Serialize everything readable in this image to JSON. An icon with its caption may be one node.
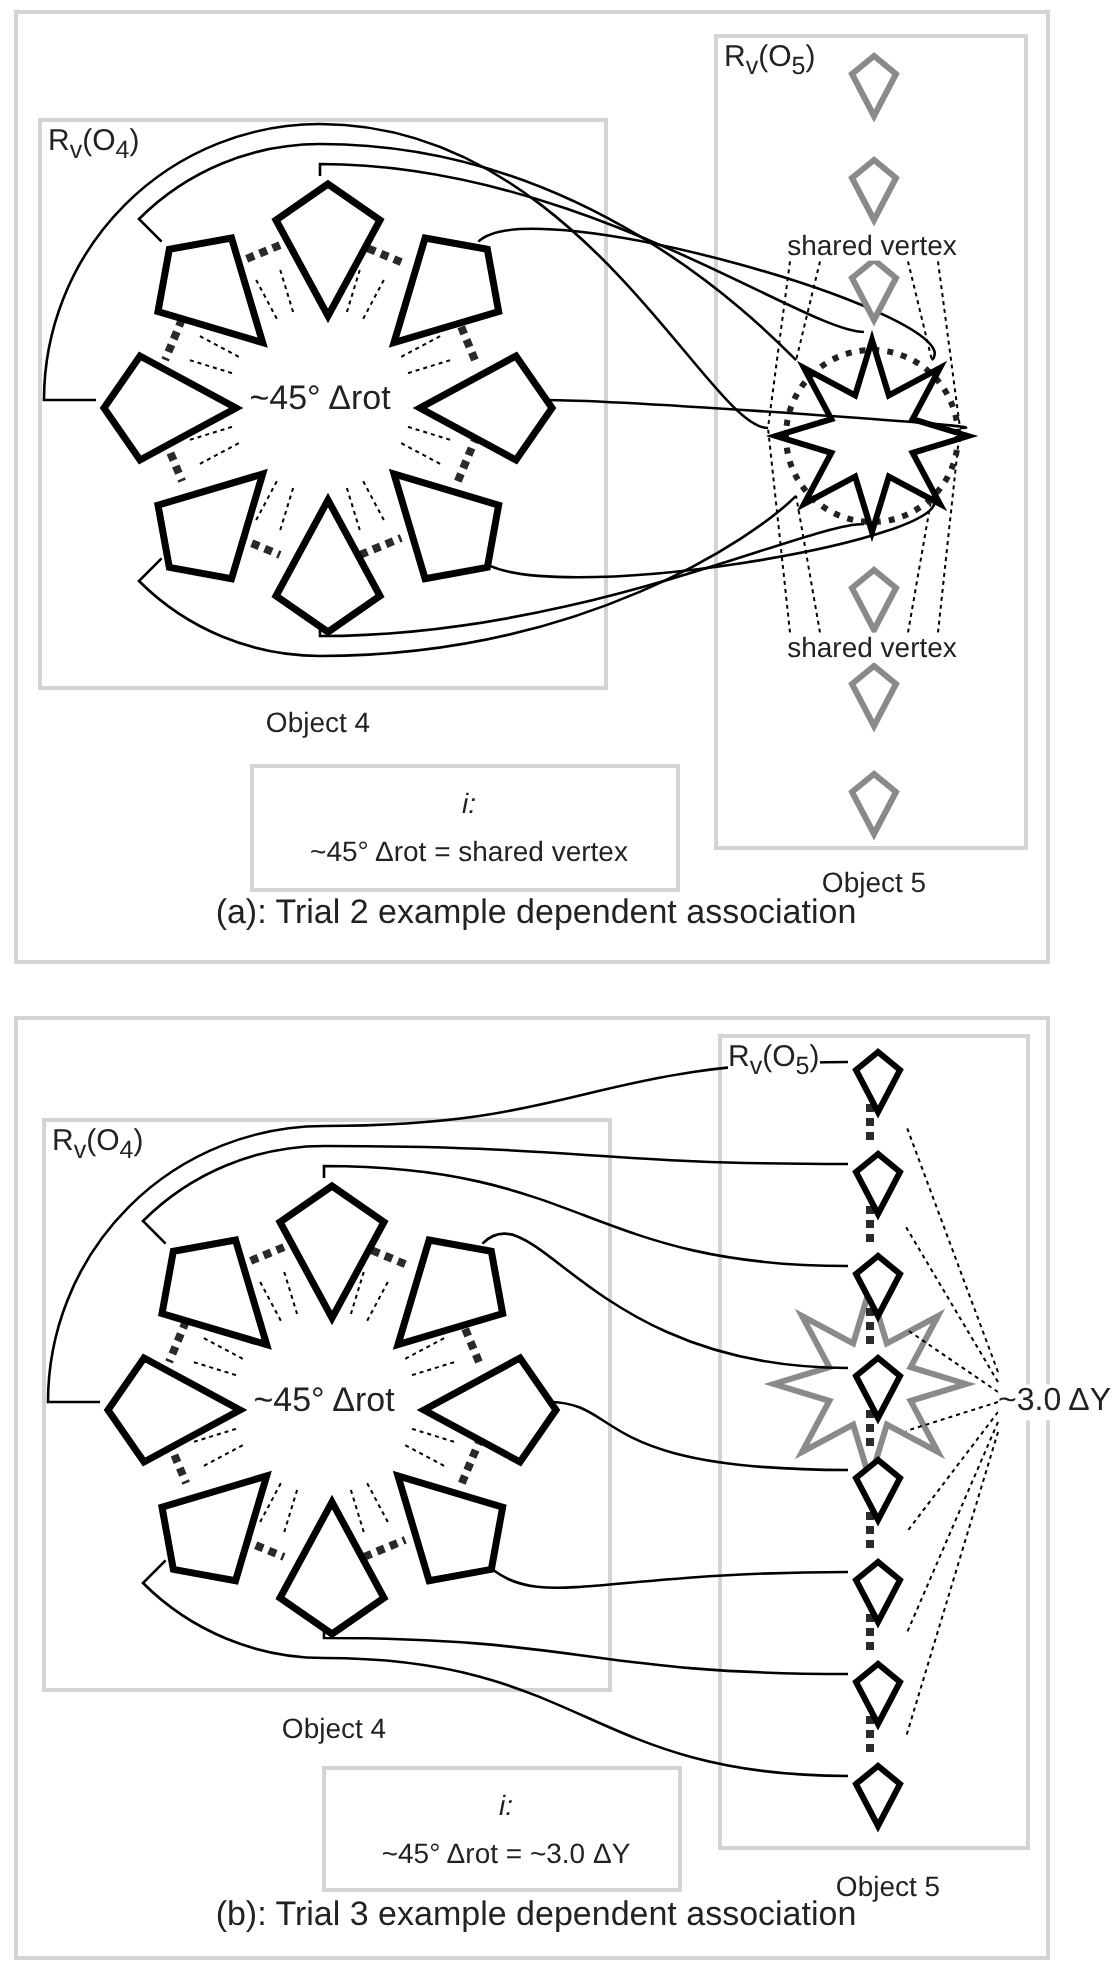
{
  "diagram": {
    "nodes": [
      {
        "text": [
          "(a): Trial 2 example dependent association"
        ]
      },
      {
        "text": [
          "R$_{v}$(O$_{4}$)"
        ],
        "beside": [
          "Object 4"
        ],
        "in": 0
      },
      {
        "text": [
          "R$_{v}$(O$_{5}$)"
        ],
        "beside": [
          "Object 5"
        ],
        "in": 0
      },
      {
        "text": [
          "i:",
          "~45° Δrot = shared vertex"
        ],
        "in": 0
      },
      {
        "text": [],
        "shape": "kite",
        "in": 1
      },
      {
        "text": [],
        "shape": "kite",
        "in": 1
      },
      {
        "text": [],
        "shape": "kite",
        "in": 1
      },
      {
        "text": [],
        "shape": "kite",
        "in": 1
      },
      {
        "text": [],
        "shape": "kite",
        "in": 1
      },
      {
        "text": [],
        "shape": "kite",
        "in": 1
      },
      {
        "text": [],
        "shape": "kite",
        "in": 1
      },
      {
        "text": [],
        "shape": "kite",
        "in": 1
      },
      {
        "text": [],
        "shape": "star",
        "in": 2
      },
      {
        "text": [],
        "shape": "kite",
        "in": 2
      },
      {
        "text": [],
        "shape": "kite",
        "in": 2
      },
      {
        "text": [],
        "shape": "kite",
        "in": 2
      },
      {
        "text": [],
        "shape": "kite",
        "in": 2
      },
      {
        "text": [],
        "shape": "kite",
        "in": 2
      },
      {
        "text": [],
        "shape": "kite",
        "in": 2
      },
      {
        "text": [
          "(b): Trial 3 example dependent association"
        ]
      },
      {
        "text": [
          "R$_{v}$(O$_{4}$)"
        ],
        "beside": [
          "Object 4"
        ],
        "in": 19
      },
      {
        "text": [
          "R$_{v}$(O$_{5}$)"
        ],
        "beside": [
          "Object 5"
        ],
        "in": 19
      },
      {
        "text": [
          "i:",
          "~45° Δrot = ~3.0 ΔY"
        ],
        "in": 19
      },
      {
        "text": [],
        "shape": "kite",
        "in": 20
      },
      {
        "text": [],
        "shape": "kite",
        "in": 20
      },
      {
        "text": [],
        "shape": "kite",
        "in": 20
      },
      {
        "text": [],
        "shape": "kite",
        "in": 20
      },
      {
        "text": [],
        "shape": "kite",
        "in": 20
      },
      {
        "text": [],
        "shape": "kite",
        "in": 20
      },
      {
        "text": [],
        "shape": "kite",
        "in": 20
      },
      {
        "text": [],
        "shape": "kite",
        "in": 20
      },
      {
        "text": [],
        "shape": "kite",
        "in": 21
      },
      {
        "text": [],
        "shape": "kite",
        "in": 21
      },
      {
        "text": [],
        "shape": "kite",
        "in": 21
      },
      {
        "text": [],
        "shape": "kite",
        "in": 21
      },
      {
        "text": [],
        "shape": "kite",
        "in": 21
      },
      {
        "text": [],
        "shape": "kite",
        "in": 21
      },
      {
        "text": [],
        "shape": "kite",
        "in": 21
      },
      {
        "text": [],
        "shape": "kite",
        "in": 21
      },
      {
        "text": [
          "shared vertex"
        ],
        "in": 2
      },
      {
        "text": [
          "shared vertex"
        ],
        "in": 2
      },
      {
        "text": [
          "~3.0 ΔY"
        ]
      }
    ],
    "edges": [
      {
        "from": 4,
        "to": 5,
        "arrow": "none",
        "style": "dashed"
      },
      {
        "from": 5,
        "to": 7,
        "arrow": "none",
        "style": "dashed"
      },
      {
        "from": 7,
        "to": 9,
        "arrow": "none",
        "style": "dashed"
      },
      {
        "from": 9,
        "to": 11,
        "arrow": "none",
        "style": "dashed"
      },
      {
        "from": 11,
        "to": 10,
        "arrow": "none",
        "style": "dashed"
      },
      {
        "from": 10,
        "to": 8,
        "arrow": "none",
        "style": "dashed"
      },
      {
        "from": 8,
        "to": 6,
        "arrow": "none",
        "style": "dashed"
      },
      {
        "from": 6,
        "to": 4,
        "arrow": "none",
        "style": "dashed"
      },
      {
        "from": 4,
        "to": 12,
        "arrow": "none"
      },
      {
        "from": 5,
        "to": 12,
        "arrow": "none"
      },
      {
        "from": 6,
        "to": 12,
        "arrow": "none"
      },
      {
        "from": 7,
        "to": 12,
        "arrow": "none"
      },
      {
        "from": 8,
        "to": 12,
        "arrow": "none"
      },
      {
        "from": 9,
        "to": 12,
        "arrow": "none"
      },
      {
        "from": 10,
        "to": 12,
        "arrow": "none"
      },
      {
        "from": 11,
        "to": 12,
        "arrow": "none"
      },
      {
        "from": 23,
        "to": 24,
        "arrow": "none",
        "style": "dashed"
      },
      {
        "from": 24,
        "to": 26,
        "arrow": "none",
        "style": "dashed"
      },
      {
        "from": 26,
        "to": 28,
        "arrow": "none",
        "style": "dashed"
      },
      {
        "from": 28,
        "to": 30,
        "arrow": "none",
        "style": "dashed"
      },
      {
        "from": 30,
        "to": 29,
        "arrow": "none",
        "style": "dashed"
      },
      {
        "from": 29,
        "to": 27,
        "arrow": "none",
        "style": "dashed"
      },
      {
        "from": 27,
        "to": 25,
        "arrow": "none",
        "style": "dashed"
      },
      {
        "from": 25,
        "to": 23,
        "arrow": "none",
        "style": "dashed"
      },
      {
        "from": 26,
        "to": 31,
        "arrow": "none"
      },
      {
        "from": 24,
        "to": 32,
        "arrow": "none"
      },
      {
        "from": 23,
        "to": 33,
        "arrow": "none"
      },
      {
        "from": 25,
        "to": 34,
        "arrow": "none"
      },
      {
        "from": 27,
        "to": 35,
        "arrow": "none"
      },
      {
        "from": 29,
        "to": 36,
        "arrow": "none"
      },
      {
        "from": 30,
        "to": 37,
        "arrow": "none"
      },
      {
        "from": 28,
        "to": 38,
        "arrow": "none"
      },
      {
        "from": 31,
        "to": 32,
        "arrow": "none",
        "style": "dashed"
      },
      {
        "from": 32,
        "to": 33,
        "arrow": "none",
        "style": "dashed"
      },
      {
        "from": 33,
        "to": 34,
        "arrow": "none",
        "style": "dashed"
      },
      {
        "from": 34,
        "to": 35,
        "arrow": "none",
        "style": "dashed"
      },
      {
        "from": 35,
        "to": 36,
        "arrow": "none",
        "style": "dashed"
      },
      {
        "from": 36,
        "to": 37,
        "arrow": "none",
        "style": "dashed"
      },
      {
        "from": 37,
        "to": 38,
        "arrow": "none",
        "style": "dashed"
      },
      {
        "from": 39,
        "to": 12,
        "arrow": "none",
        "style": "dashed"
      },
      {
        "from": 39,
        "to": 12,
        "arrow": "none",
        "style": "dashed"
      },
      {
        "from": 39,
        "to": 12,
        "arrow": "none",
        "style": "dashed"
      },
      {
        "from": 39,
        "to": 12,
        "arrow": "none",
        "style": "dashed"
      },
      {
        "from": 40,
        "to": 12,
        "arrow": "none",
        "style": "dashed"
      },
      {
        "from": 40,
        "to": 12,
        "arrow": "none",
        "style": "dashed"
      },
      {
        "from": 40,
        "to": 12,
        "arrow": "none",
        "style": "dashed"
      },
      {
        "from": 40,
        "to": 12,
        "arrow": "none",
        "style": "dashed"
      },
      {
        "from": 41,
        "to": null,
        "arrow": "none",
        "style": "dashed"
      },
      {
        "from": 41,
        "to": null,
        "arrow": "none",
        "style": "dashed"
      },
      {
        "from": 41,
        "to": null,
        "arrow": "none",
        "style": "dashed"
      },
      {
        "from": 41,
        "to": null,
        "arrow": "none",
        "style": "dashed"
      },
      {
        "from": 41,
        "to": null,
        "arrow": "none",
        "style": "dashed"
      },
      {
        "from": 41,
        "to": null,
        "arrow": "none",
        "style": "dashed"
      },
      {
        "from": 41,
        "to": null,
        "arrow": "none",
        "style": "dashed"
      }
    ],
    "labels": [
      "~45° Δrot",
      "~45° Δrot"
    ]
  }
}
